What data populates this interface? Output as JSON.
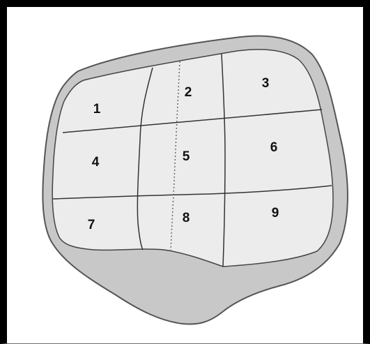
{
  "colors": {
    "frame": "#000000",
    "outer_margin": "#c8c8c8",
    "outline": "#555555",
    "region_fill": "#ececec",
    "divider": "#333333",
    "dotted_line": "#666666",
    "label": "#111111"
  },
  "regions": [
    {
      "label": "1"
    },
    {
      "label": "2"
    },
    {
      "label": "3"
    },
    {
      "label": "4"
    },
    {
      "label": "5"
    },
    {
      "label": "6"
    },
    {
      "label": "7"
    },
    {
      "label": "8"
    },
    {
      "label": "9"
    }
  ]
}
